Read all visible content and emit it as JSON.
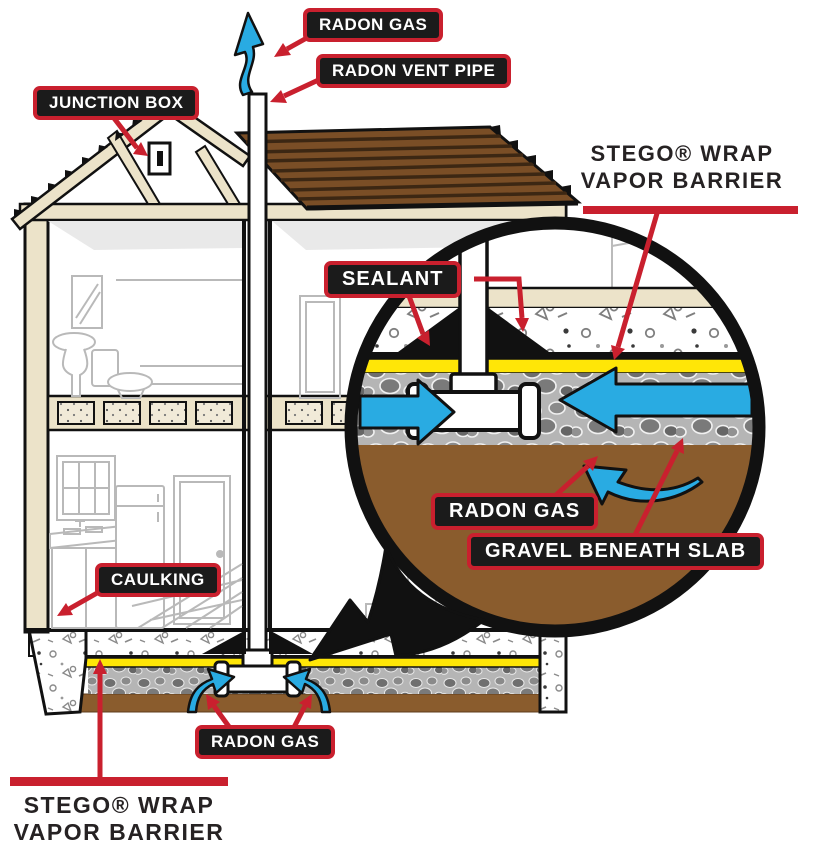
{
  "labels": {
    "radon_gas_top": "RADON GAS",
    "radon_vent_pipe": "RADON VENT PIPE",
    "junction_box": "JUNCTION BOX",
    "sealant": "SEALANT",
    "radon_gas_lens": "RADON GAS",
    "gravel_beneath_slab": "GRAVEL BENEATH SLAB",
    "caulking": "CAULKING",
    "radon_gas_bottom": "RADON GAS"
  },
  "headings": {
    "stego_top_line1": "STEGO® WRAP",
    "stego_top_line2": "VAPOR BARRIER",
    "stego_bottom_line1": "STEGO® WRAP",
    "stego_bottom_line2": "VAPOR BARRIER"
  },
  "colors": {
    "callout_background": "#1b1b1b",
    "callout_border": "#c9202e",
    "callout_text": "#ffffff",
    "arrow_red": "#c9202e",
    "radon_blue": "#29abe2",
    "vapor_barrier_yellow": "#ffe607",
    "soil_brown": "#8a5c2d",
    "roof_brown": "#7a4e26",
    "frame_cream": "#ece3c9",
    "gravel_gray": "#b5b5b5",
    "outline_black": "#111111",
    "heading_text": "#262223"
  }
}
